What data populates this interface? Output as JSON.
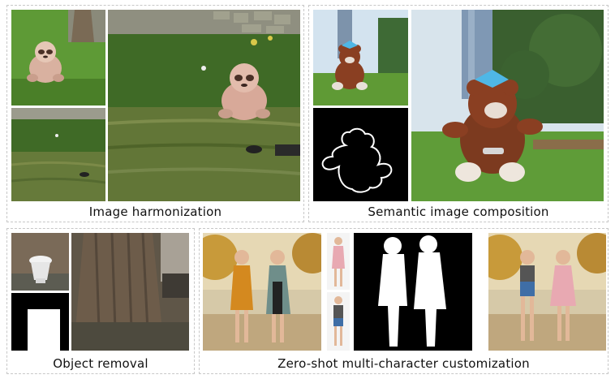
{
  "panels": {
    "harmonization": {
      "caption": "Image harmonization"
    },
    "composition": {
      "caption": "Semantic image composition"
    },
    "removal": {
      "caption": "Object removal"
    },
    "customization": {
      "caption": "Zero-shot multi-character customization"
    }
  },
  "colors": {
    "grass": "#4f7a2a",
    "grass_dark": "#3c5f20",
    "sky": "#cfe0ee",
    "plush_pink": "#e8b5a8",
    "teddy_brown": "#8a3f22",
    "bow_blue": "#4fb7e6",
    "bark": "#6d5c4a",
    "mask_black": "#000000",
    "mask_white": "#ffffff"
  }
}
